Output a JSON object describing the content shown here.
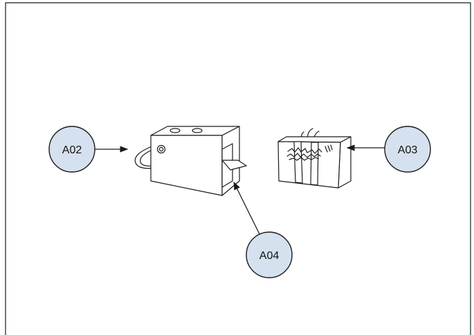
{
  "callouts": [
    {
      "id": "a02",
      "label": "A02"
    },
    {
      "id": "a03",
      "label": "A03"
    },
    {
      "id": "a04",
      "label": "A04"
    }
  ],
  "colors": {
    "callout_fill": "#d5e1ef",
    "line": "#1a1a1a",
    "background": "#ffffff"
  }
}
